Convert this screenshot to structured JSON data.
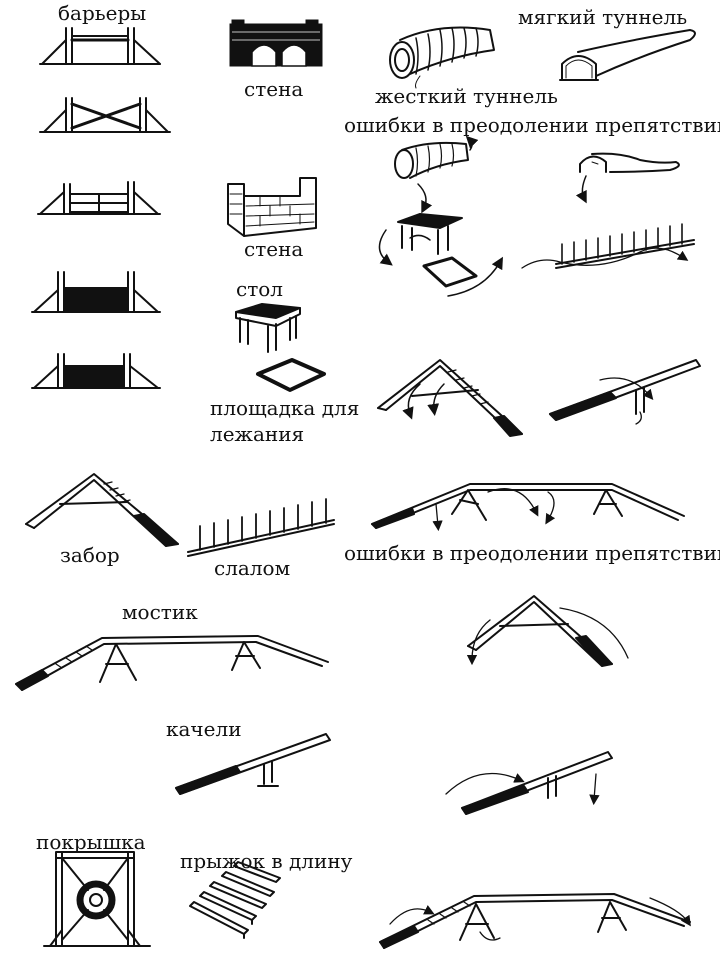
{
  "labels": {
    "hurdles": "барьеры",
    "wall_top": "стена",
    "soft_tunnel": "мягкий туннель",
    "rigid_tunnel": "жесткий туннель",
    "errors_top": "ошибки в преодолении препятствий",
    "wall_mid": "стена",
    "table": "стол",
    "pause_box_1": "площадка для",
    "pause_box_2": "лежания",
    "a_frame": "забор",
    "slalom": "слалом",
    "errors_mid": "ошибки в преодолении препятствий",
    "dog_walk": "мостик",
    "seesaw": "качели",
    "tire": "покрышка",
    "long_jump": "прыжок в длину"
  },
  "colors": {
    "ink": "#111111",
    "paper": "#ffffff"
  }
}
